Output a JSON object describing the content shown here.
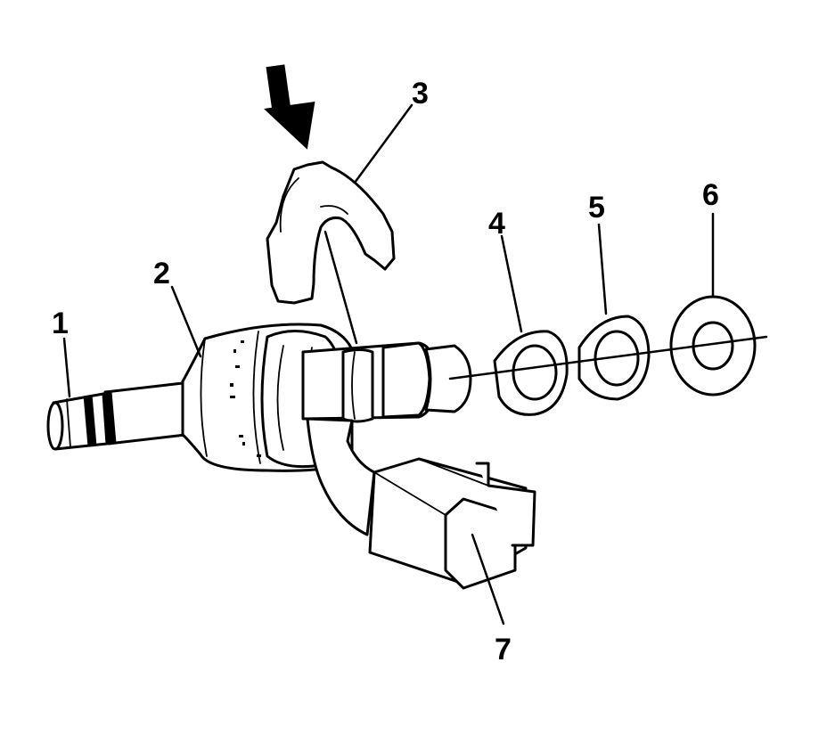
{
  "diagram": {
    "callouts": [
      {
        "id": "1",
        "label": "1"
      },
      {
        "id": "2",
        "label": "2"
      },
      {
        "id": "3",
        "label": "3"
      },
      {
        "id": "4",
        "label": "4"
      },
      {
        "id": "5",
        "label": "5"
      },
      {
        "id": "6",
        "label": "6"
      },
      {
        "id": "7",
        "label": "7"
      }
    ],
    "colors": {
      "ink": "#000000",
      "paper": "#ffffff"
    },
    "icons": [
      "arrow-down-icon"
    ]
  }
}
